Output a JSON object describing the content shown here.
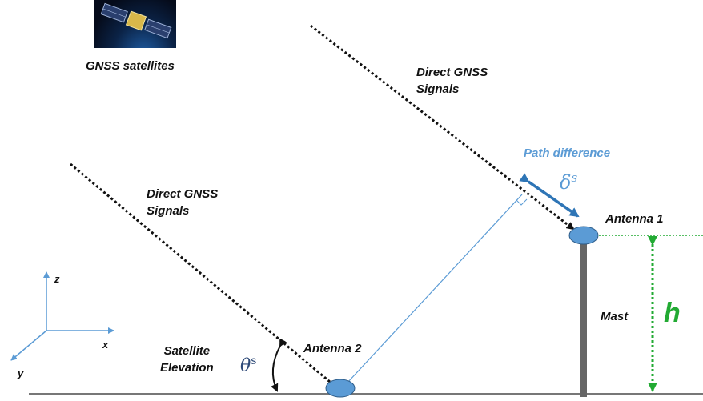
{
  "labels": {
    "gnss_satellites": "GNSS satellites",
    "direct_signals_right_1": "Direct GNSS",
    "direct_signals_right_2": "Signals",
    "direct_signals_left_1": "Direct GNSS",
    "direct_signals_left_2": "Signals",
    "path_difference": "Path difference",
    "delta_symbol": "δ",
    "delta_sup": "s",
    "antenna1": "Antenna 1",
    "antenna2": "Antenna 2",
    "mast": "Mast",
    "height": "h",
    "satellite_elevation_1": "Satellite",
    "satellite_elevation_2": "Elevation",
    "theta_symbol": "θ",
    "theta_sup": "s",
    "axis_z": "z",
    "axis_x": "x",
    "axis_y": "y"
  },
  "colors": {
    "signal": "#111111",
    "path_diff": "#2e75b6",
    "path_diff_text": "#5b9bd5",
    "baseline": "#5b9bd5",
    "antenna_fill": "#5b9bd5",
    "antenna_stroke": "#2e5d8a",
    "mast": "#666666",
    "height": "#22aa33",
    "axes": "#5b9bd5",
    "ground": "#777777"
  }
}
